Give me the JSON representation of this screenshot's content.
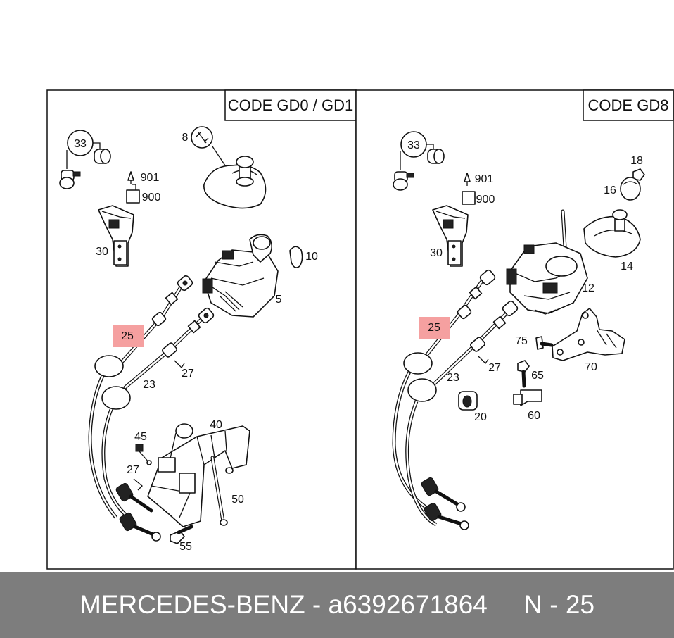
{
  "panels": [
    {
      "code_label": "CODE GD0 / GD1",
      "labels": [
        "33",
        "8",
        "901",
        "900",
        "30",
        "10",
        "5",
        "25",
        "23",
        "27",
        "45",
        "40",
        "27",
        "50",
        "55"
      ]
    },
    {
      "code_label": "CODE GD8",
      "labels": [
        "33",
        "18",
        "901",
        "16",
        "900",
        "30",
        "14",
        "12",
        "25",
        "75",
        "65",
        "23",
        "27",
        "70",
        "20",
        "60"
      ]
    }
  ],
  "highlight": {
    "part": "25",
    "color": "#f5a0a0"
  },
  "footer": {
    "brand": "MERCEDES-BENZ",
    "separator": "-",
    "part_number": "a6392671864",
    "ref": "N - 25"
  }
}
